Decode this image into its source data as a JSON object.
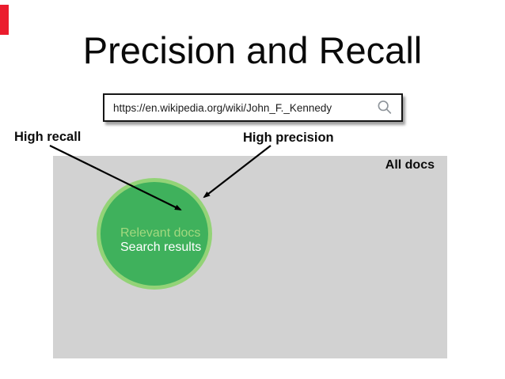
{
  "slide": {
    "title": "Precision and Recall"
  },
  "search_bar": {
    "url": "https://en.wikipedia.org/wiki/John_F._Kennedy",
    "icon": "magnifier-icon"
  },
  "annotations": {
    "high_recall": "High recall",
    "high_precision": "High precision"
  },
  "diagram": {
    "all_docs_label": "All docs",
    "circle_labels": {
      "relevant": "Relevant docs",
      "results": "Search results"
    }
  },
  "colors": {
    "red_accent_bar": "#EB1C2D",
    "all_docs_bg": "#D2D2D2",
    "circle_fill": "#3FB15C",
    "circle_ring": "#93D377",
    "relevant_docs_text": "#A3D97F",
    "search_results_text": "#FFFFFF",
    "arrow": "#000000",
    "magnifier_icon": "#8F959B"
  }
}
